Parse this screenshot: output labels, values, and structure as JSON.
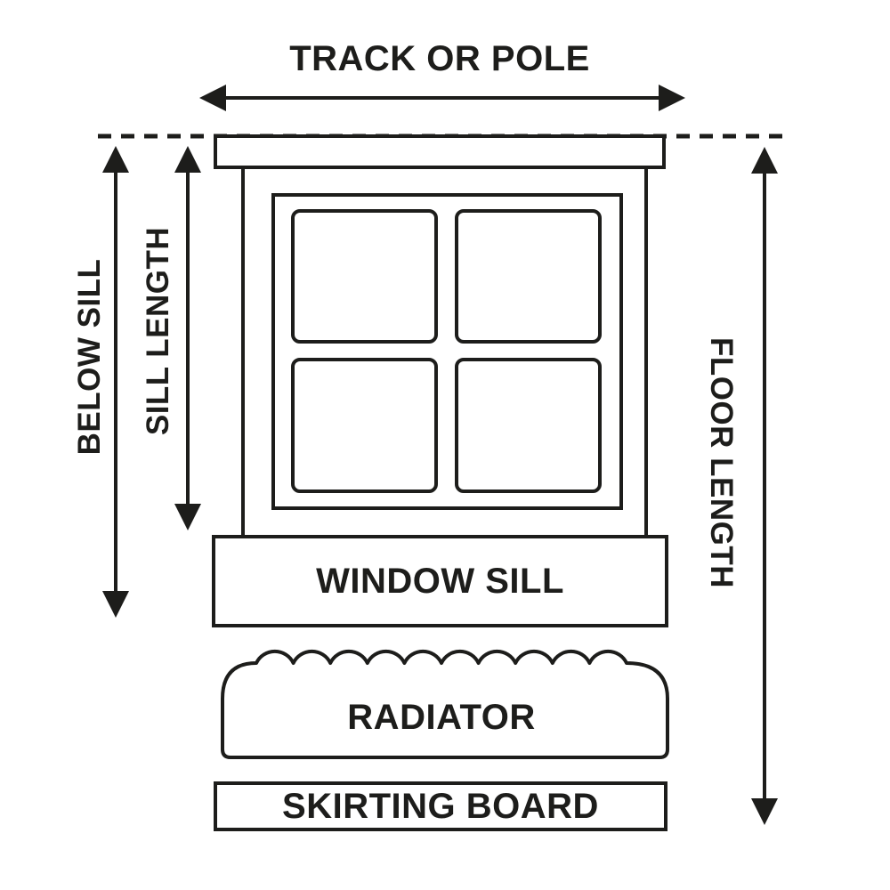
{
  "colors": {
    "line": "#1d1d1b",
    "background": "#ffffff"
  },
  "measurements": {
    "track_or_pole": "TRACK OR POLE",
    "below_sill": "BELOW SILL",
    "sill_length": "SILL LENGTH",
    "floor_length": "FLOOR LENGTH"
  },
  "parts": {
    "window_sill": "WINDOW SILL",
    "radiator": "RADIATOR",
    "skirting_board": "SKIRTING BOARD"
  }
}
